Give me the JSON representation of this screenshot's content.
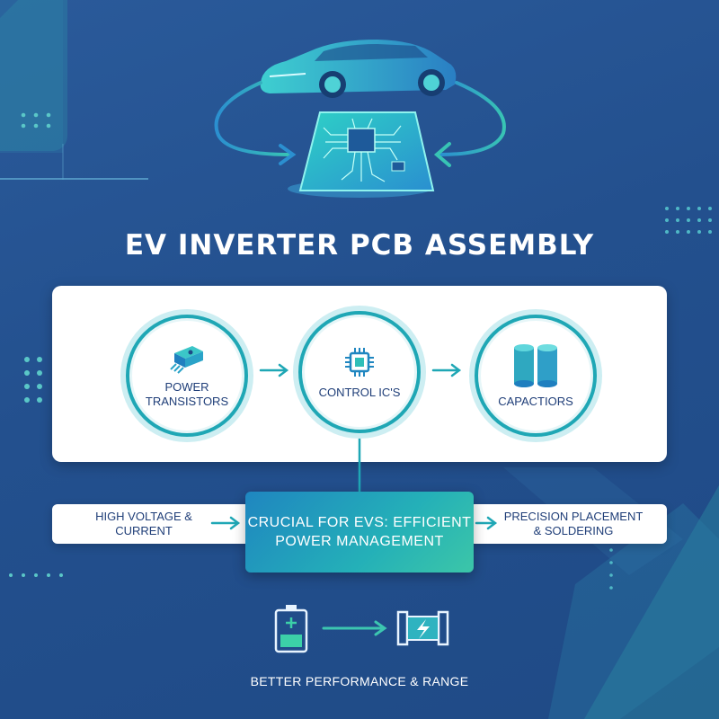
{
  "title": "EV INVERTER PCB ASSEMBLY",
  "components": [
    {
      "icon": "power-transistor-icon",
      "label": "POWER TRANSISTORS"
    },
    {
      "icon": "control-ic-icon",
      "label": "CONTROL IC's"
    },
    {
      "icon": "capacitor-icon",
      "label": "CAPACTIORS"
    }
  ],
  "inputs_note": "HIGH VOLTAGE & CURRENT",
  "central_message": "CRUCIAL FOR EVS: EFFICIENT POWER MANAGEMENT",
  "output_note": "PRECISION PLACEMENT & SOLDERING",
  "footer": "BETTER PERFORMANCE & RANGE",
  "hero_icons": [
    "electric-car-icon",
    "pcb-chip-icon",
    "cycle-arrows-icon"
  ],
  "footer_icons": [
    "battery-icon",
    "arrow-right-icon",
    "motor-icon"
  ],
  "colors": {
    "background": "#23508e",
    "accent_teal": "#1fa7b5",
    "accent_green": "#3cc6a8",
    "text_dark": "#1f3e78"
  }
}
